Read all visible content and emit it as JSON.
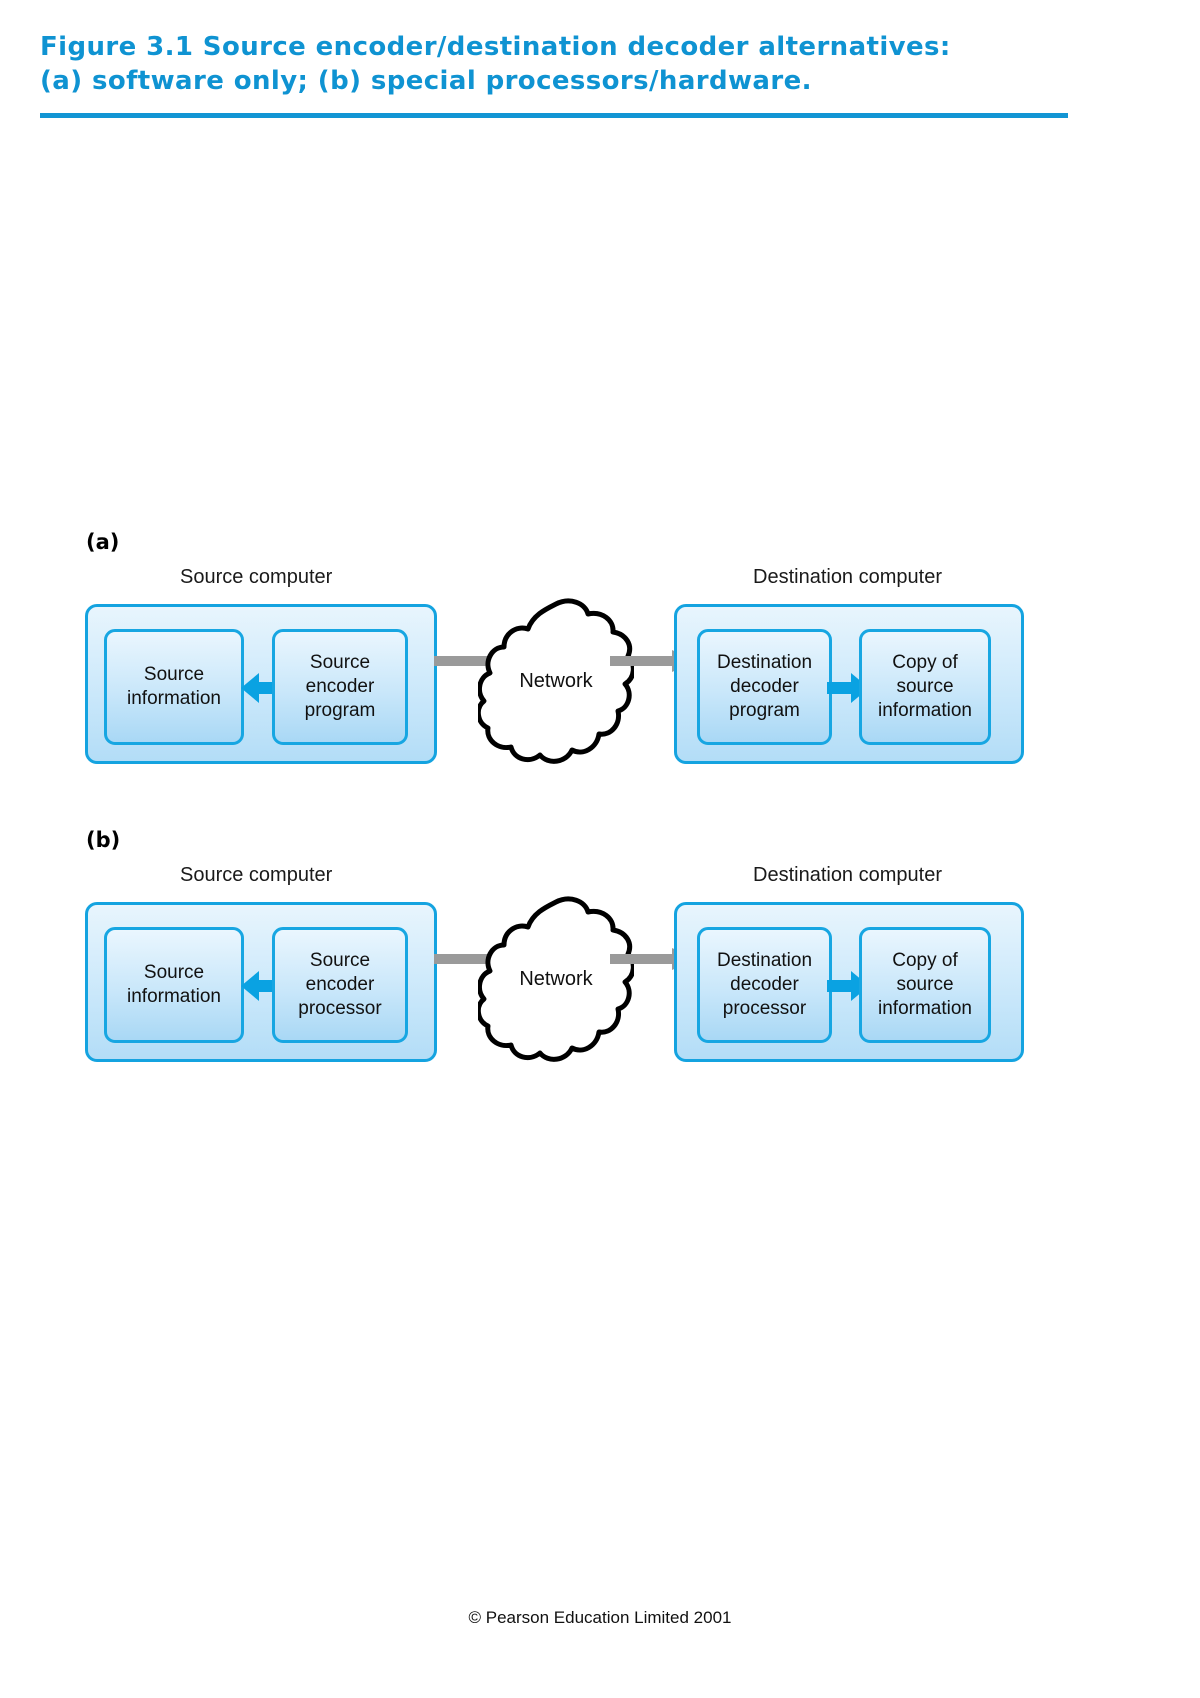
{
  "figure": {
    "title": "Figure 3.1  Source encoder/destination decoder alternatives:\n(a) software only; (b) special processors/hardware.",
    "title_color": "#0f93d2",
    "rule_color": "#1295d4"
  },
  "colors": {
    "box_border": "#14a3e0",
    "box_fill_top": "#e8f5fd",
    "box_fill_bottom": "#b3ddf7",
    "blue_arrow": "#0aa2e2",
    "grey_arrow": "#9a9a9a",
    "cloud_outline": "#000000"
  },
  "panels": [
    {
      "letter": "(a)",
      "source_caption": "Source computer",
      "destination_caption": "Destination computer",
      "network_label": "Network",
      "source_blocks": [
        {
          "label": "Source\ninformation"
        },
        {
          "label": "Source\nencoder\nprogram"
        }
      ],
      "destination_blocks": [
        {
          "label": "Destination\ndecoder\nprogram"
        },
        {
          "label": "Copy of\nsource\ninformation"
        }
      ],
      "source_internal_arrow": "left",
      "destination_internal_arrow": "right"
    },
    {
      "letter": "(b)",
      "source_caption": "Source computer",
      "destination_caption": "Destination computer",
      "network_label": "Network",
      "source_blocks": [
        {
          "label": "Source\ninformation"
        },
        {
          "label": "Source\nencoder\nprocessor"
        }
      ],
      "destination_blocks": [
        {
          "label": "Destination\ndecoder\nprocessor"
        },
        {
          "label": "Copy of\nsource\ninformation"
        }
      ],
      "source_internal_arrow": "left",
      "destination_internal_arrow": "right"
    }
  ],
  "footer": {
    "copyright": "© Pearson Education Limited 2001"
  }
}
